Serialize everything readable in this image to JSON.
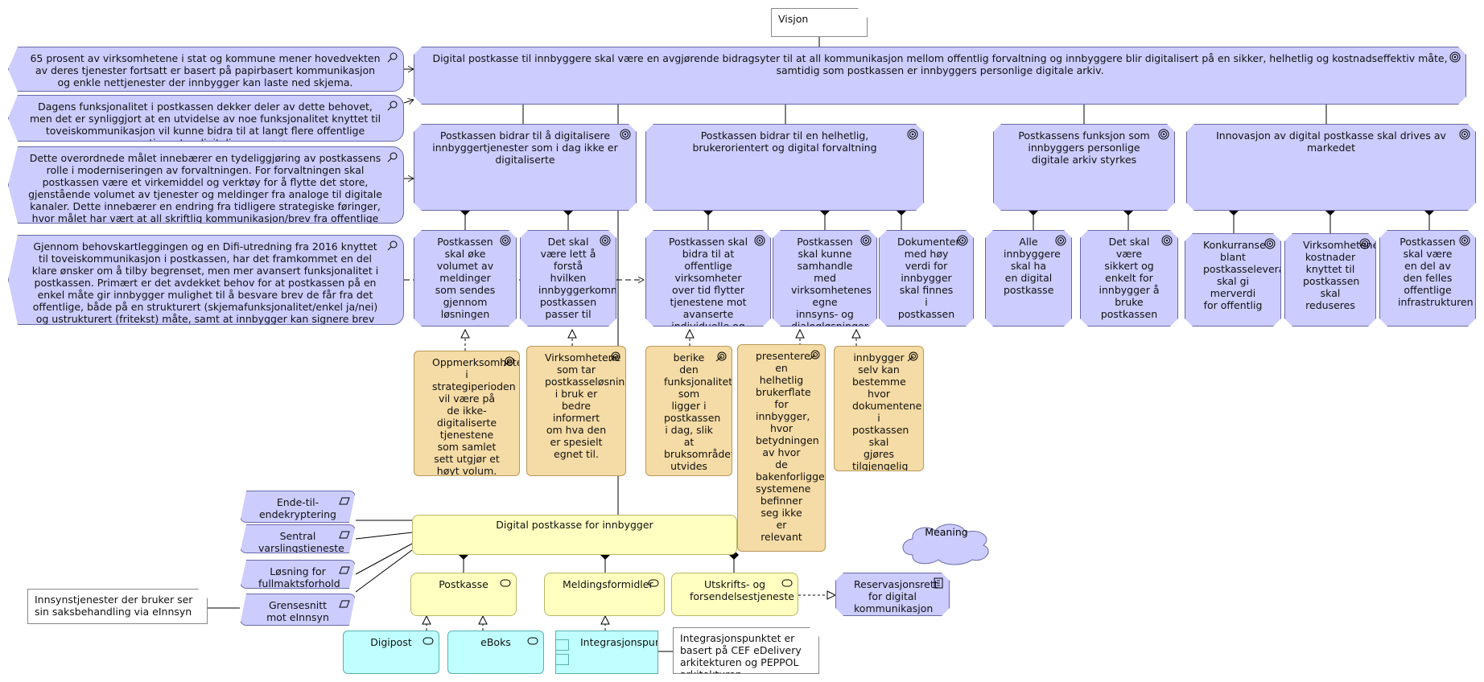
{
  "vision": "Visjon",
  "main_goal": "Digital postkasse til innbyggere skal være en avgjørende bidragsyter til at all kommunikasjon mellom offentlig forvaltning og innbyggere blir digitalisert på en sikker, helhetlig og kostnadseffektiv måte, samtidig som postkassen er innbyggers personlige digitale arkiv.",
  "drivers": [
    "65 prosent av virksomhetene i stat og kommune mener hovedvekten av deres tjenester fortsatt er basert på papirbasert kommunikasjon og enkle nettjenester der innbygger kan laste ned skjema.",
    "Dagens funksjonalitet i postkassen dekker deler av dette behovet, men det er synliggjort at en utvidelse av noe funksjonalitet knyttet til toveiskommunikasjon vil kunne bidra til at langt flere offentlige tjenester digitaliseres.",
    "Dette overordnede målet innebærer en tydeliggjøring av postkassens rolle i moderniseringen av forvaltningen. For forvaltningen skal postkassen være et virkemiddel og verktøy for å flytte det store, gjenstående volumet av tjenester og meldinger fra analoge til digitale kanaler. Dette innebærer en endring fra tidligere strategiske føringer, hvor målet har vært at all skriftlig kommunikasjon/brev fra offentlige virksomheter til innbyggere skal gå til postkassen.",
    "Gjennom behovskartleggingen og en Difi-utredning fra 2016 knyttet til toveiskommunikasjon i postkassen, har det framkommet en del klare ønsker om å tilby begrenset, men mer avansert funksjonalitet i postkassen. Primært er det avdekket behov for at postkassen på en enkel måte gir innbygger mulighet til å besvare brev de får fra det offentlige, både på en strukturert (skjemafunksjonalitet/enkel ja/nei) og ustrukturert (fritekst) måte, samt at innbygger kan signere brev og sende tilbake til avsendervirksomheten."
  ],
  "sub_goals": [
    "Postkassen bidrar til å digitalisere innbyggertjenester som i dag ikke er digitaliserte",
    "Postkassen bidrar til en helhetlig, brukerorientert og digital forvaltning",
    "Postkassens funksjon som innbyggers personlige digitale arkiv styrkes",
    "Innovasjon av digital postkasse skal drives av markedet"
  ],
  "goals": [
    "Postkassen skal øke volumet av meldinger som sendes gjennom løsningen",
    "Det skal være lett å forstå hvilken innbyggerkommunikasjon postkassen passer til",
    "Postkassen skal bidra til at offentlige virksomheter over tid flytter tjenestene mot avanserte individuelle og sammenhengende tjenester",
    "Postkassen skal kunne samhandle med virksomhetenes egne innsyns- og dialogløsninger",
    "Dokumenter med høy verdi for innbygger skal finnes i postkassen",
    "Alle innbyggere skal ha en digital postkasse",
    "Det skal være sikkert og enkelt for innbygger å bruke postkassen",
    "Konkurranse blant postkasseleverandørene skal gi merverdi for offentlig",
    "Virksomhetenes kostnader knyttet til postkassen skal reduseres",
    "Postkassen skal være en del av den felles offentlige infrastrukturen"
  ],
  "outcomes": [
    "Oppmerksomheten i strategiperioden vil være på de ikke-digitaliserte tjenestene som samlet sett utgjør et høyt volum.",
    "Virksomhetene som tar postkasseløsningen i bruk er bedre informert om hva den er spesielt egnet til.",
    "berike den funksjonaliteten som ligger i postkassen i dag, slik at bruksområdet utvides",
    "presentere en helhetlig brukerflate for innbygger, hvor betydningen av hvor de bakenforliggende systemene befinner seg ikke er relevant",
    "innbygger selv kan bestemme hvor dokumentene i postkassen skal gjøres tilgjengelig"
  ],
  "requirements": [
    "Ende-til-endekryptering",
    "Sentral varslingstieneste",
    "Løsning for fullmaktsforhold",
    "Grensesnitt mot eInnsyn"
  ],
  "main_service": "Digital postkasse for innbygger",
  "services": [
    "Postkasse",
    "Meldingsformidler",
    "Utskrifts- og forsendelsestjeneste"
  ],
  "apps": [
    "Digipost",
    "eBoks",
    "Integrasjonspunkt"
  ],
  "reservation": "Reservasjonsrett for digital kommunikasjon",
  "meaning": "Meaning",
  "notes": [
    "Innsynstjenester der bruker ser sin saksbehandling via eInnsyn",
    "Integrasjonspunktet er basert på CEF eDelivery arkitekturen og PEPPOL arkitekturen"
  ],
  "icons": {
    "goal": "target-icon",
    "outcome": "outcome-arrow-target-icon",
    "assessment": "magnifier-icon",
    "requirement": "parallelogram-icon",
    "service": "rounded-rect-icon",
    "application": "component-icon",
    "constraint": "list-icon"
  },
  "colors": {
    "motivation": "#ccccff",
    "outcome": "#f5dba5",
    "business": "#ffffc0",
    "application": "#c0ffff"
  }
}
